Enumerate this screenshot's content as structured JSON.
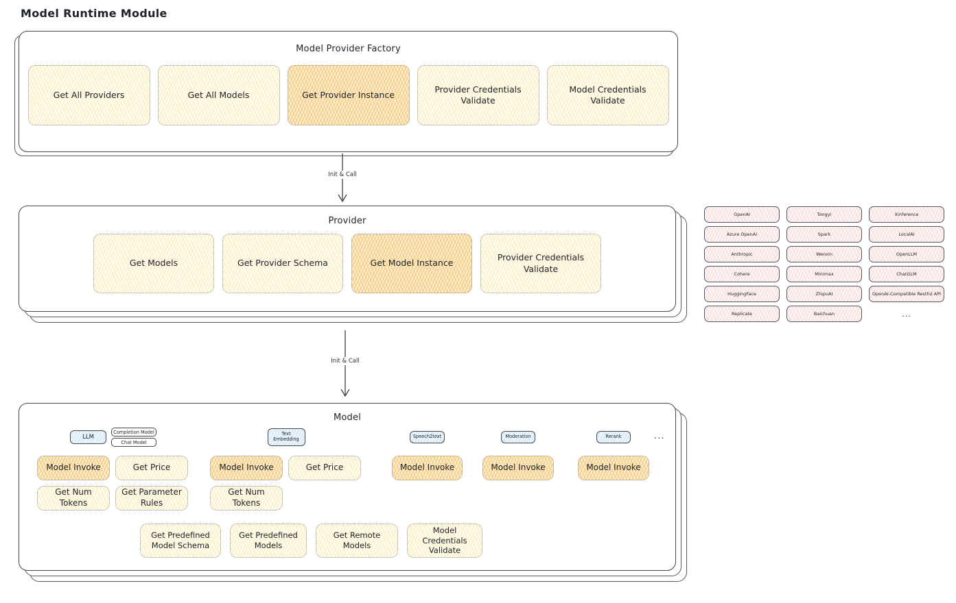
{
  "page_title": "Model Runtime Module",
  "factory": {
    "title": "Model Provider Factory",
    "buttons": [
      {
        "label": "Get All Providers",
        "highlighted": false
      },
      {
        "label": "Get All Models",
        "highlighted": false
      },
      {
        "label": "Get Provider Instance",
        "highlighted": true
      },
      {
        "label": "Provider Credentials Validate",
        "highlighted": false
      },
      {
        "label": "Model Credentials Validate",
        "highlighted": false
      }
    ]
  },
  "arrows": {
    "factory_to_provider": "Init & Call",
    "provider_to_model": "Init & Call"
  },
  "provider": {
    "title": "Provider",
    "buttons": [
      {
        "label": "Get Models",
        "highlighted": false
      },
      {
        "label": "Get Provider Schema",
        "highlighted": false
      },
      {
        "label": "Get Model Instance",
        "highlighted": true
      },
      {
        "label": "Provider Credentials Validate",
        "highlighted": false
      }
    ]
  },
  "provider_list": {
    "items": [
      "OpenAI",
      "Tongyi",
      "Xinference",
      "Azure OpenAI",
      "Spark",
      "LocalAI",
      "Anthropic",
      "Wenxin",
      "OpenLLM",
      "Cohere",
      "Minimax",
      "ChatGLM",
      "HuggingFace",
      "ZhipuAI",
      "OpenAI-Compatible Restful API",
      "Replicate",
      "Baichuan"
    ],
    "more_label": "..."
  },
  "model": {
    "title": "Model",
    "groups": [
      {
        "tab": "LLM",
        "subtabs": [
          "Completion Model",
          "Chat Model"
        ],
        "buttons": [
          {
            "label": "Model Invoke",
            "highlighted": true
          },
          {
            "label": "Get Price",
            "highlighted": false
          },
          {
            "label": "Get Num Tokens",
            "highlighted": false
          },
          {
            "label": "Get Parameter Rules",
            "highlighted": false
          }
        ]
      },
      {
        "tab": "Text Embedding",
        "subtabs": [],
        "buttons": [
          {
            "label": "Model Invoke",
            "highlighted": true
          },
          {
            "label": "Get Price",
            "highlighted": false
          },
          {
            "label": "Get Num Tokens",
            "highlighted": false
          }
        ]
      },
      {
        "tab": "Speech2text",
        "subtabs": [],
        "buttons": [
          {
            "label": "Model Invoke",
            "highlighted": true
          }
        ]
      },
      {
        "tab": "Moderation",
        "subtabs": [],
        "buttons": [
          {
            "label": "Model Invoke",
            "highlighted": true
          }
        ]
      },
      {
        "tab": "Rerank",
        "subtabs": [],
        "buttons": [
          {
            "label": "Model Invoke",
            "highlighted": true
          }
        ]
      }
    ],
    "more_label": "...",
    "bottom_buttons": [
      "Get Predefined Model Schema",
      "Get Predefined Models",
      "Get Remote Models",
      "Model Credentials Validate"
    ]
  },
  "colors": {
    "node_light": "#f0d478",
    "node_highlight": "#f0ae46",
    "provider_chip": "#ec9e9e",
    "model_type_tab": "#8cbee6",
    "outline": "#43464d"
  }
}
